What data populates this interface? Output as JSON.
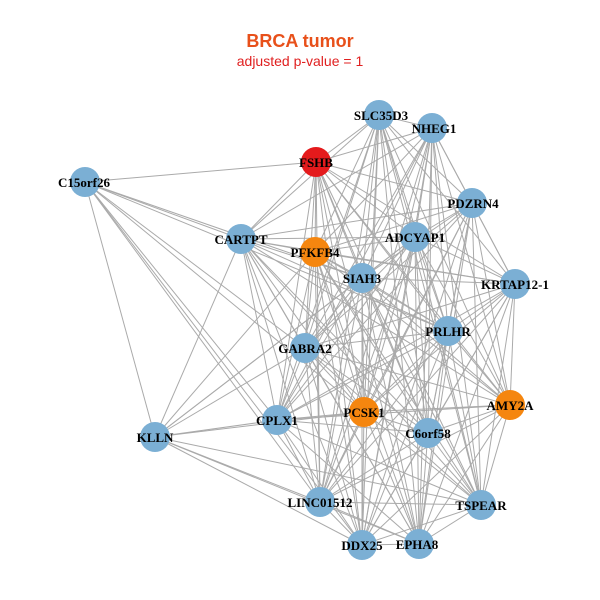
{
  "header": {
    "title": "BRCA tumor",
    "subtitle": "adjusted p-value = 1"
  },
  "colors": {
    "title": "#e8501a",
    "subtitle": "#e02020",
    "edge": "#aaaaaa",
    "node_default": "#7bafd4",
    "node_orange": "#f5860f",
    "node_red": "#e41a1c"
  },
  "graph": {
    "nodes": [
      {
        "id": "SLC35D3",
        "label": "SLC35D3",
        "color": "blue"
      },
      {
        "id": "NHEG1",
        "label": "NHEG1",
        "color": "blue"
      },
      {
        "id": "FSHB",
        "label": "FSHB",
        "color": "red"
      },
      {
        "id": "C15orf26",
        "label": "C15orf26",
        "color": "blue"
      },
      {
        "id": "PDZRN4",
        "label": "PDZRN4",
        "color": "blue"
      },
      {
        "id": "CARTPT",
        "label": "CARTPT",
        "color": "blue"
      },
      {
        "id": "PFKFB4",
        "label": "PFKFB4",
        "color": "orange"
      },
      {
        "id": "ADCYAP1",
        "label": "ADCYAP1",
        "color": "blue"
      },
      {
        "id": "SIAH3",
        "label": "SIAH3",
        "color": "blue"
      },
      {
        "id": "KRTAP12-1",
        "label": "KRTAP12-1",
        "color": "blue"
      },
      {
        "id": "PRLHR",
        "label": "PRLHR",
        "color": "blue"
      },
      {
        "id": "GABRA2",
        "label": "GABRA2",
        "color": "blue"
      },
      {
        "id": "AMY2A",
        "label": "AMY2A",
        "color": "orange"
      },
      {
        "id": "PCSK1",
        "label": "PCSK1",
        "color": "orange"
      },
      {
        "id": "CPLX1",
        "label": "CPLX1",
        "color": "blue"
      },
      {
        "id": "C6orf58",
        "label": "C6orf58",
        "color": "blue"
      },
      {
        "id": "KLLN",
        "label": "KLLN",
        "color": "blue"
      },
      {
        "id": "LINC01512",
        "label": "LINC01512",
        "color": "blue"
      },
      {
        "id": "TSPEAR",
        "label": "TSPEAR",
        "color": "blue"
      },
      {
        "id": "DDX25",
        "label": "DDX25",
        "color": "blue"
      },
      {
        "id": "EPHA8",
        "label": "EPHA8",
        "color": "blue"
      }
    ],
    "sparse_edges": [
      [
        "C15orf26",
        "FSHB"
      ],
      [
        "C15orf26",
        "CARTPT"
      ],
      [
        "C15orf26",
        "SIAH3"
      ],
      [
        "C15orf26",
        "GABRA2"
      ],
      [
        "C15orf26",
        "PRLHR"
      ],
      [
        "C15orf26",
        "CPLX1"
      ],
      [
        "C15orf26",
        "PCSK1"
      ],
      [
        "C15orf26",
        "KLLN"
      ],
      [
        "C15orf26",
        "LINC01512"
      ],
      [
        "C15orf26",
        "DDX25"
      ],
      [
        "KLLN",
        "CARTPT"
      ],
      [
        "KLLN",
        "PFKFB4"
      ],
      [
        "KLLN",
        "SIAH3"
      ],
      [
        "KLLN",
        "ADCYAP1"
      ],
      [
        "KLLN",
        "GABRA2"
      ],
      [
        "KLLN",
        "CPLX1"
      ],
      [
        "KLLN",
        "PCSK1"
      ],
      [
        "KLLN",
        "LINC01512"
      ],
      [
        "KLLN",
        "DDX25"
      ],
      [
        "KLLN",
        "EPHA8"
      ],
      [
        "KLLN",
        "TSPEAR"
      ]
    ]
  }
}
